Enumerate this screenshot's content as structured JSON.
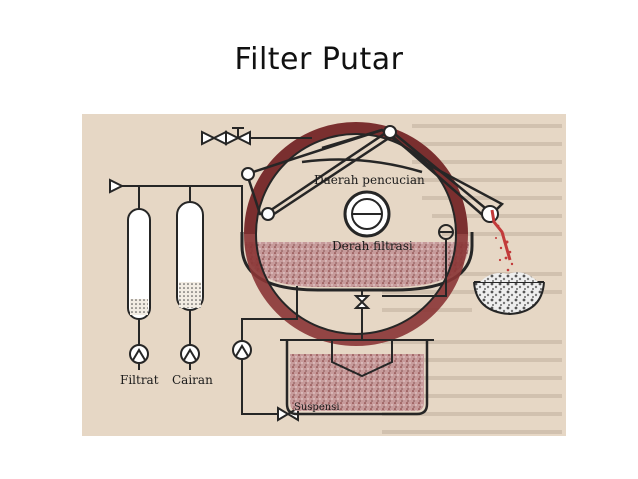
{
  "slide": {
    "title": "Filter Putar"
  },
  "diagram": {
    "labels": {
      "wash_zone": "Daerah pencucian",
      "filtration_zone": "Derah filtrasi",
      "filtrate": "Filtrat",
      "liquid": "Cairan",
      "suspension": "Suspensi"
    },
    "colors": {
      "paper": "#e6d7c5",
      "ink": "#262626",
      "slurry": "#b98c8c",
      "cake": "#a24848",
      "discharge": "#c23a3a"
    }
  }
}
